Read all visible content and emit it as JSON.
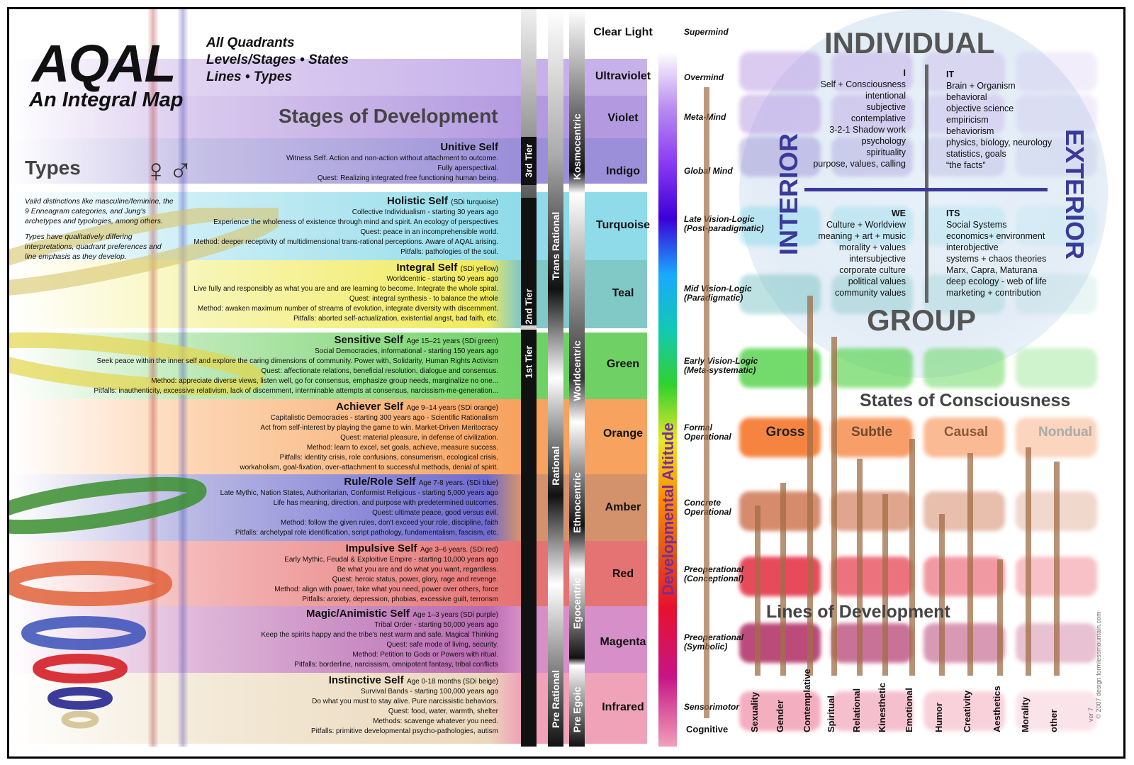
{
  "header": {
    "title": "AQAL",
    "subtitle": "An Integral Map",
    "components": [
      "All Quadrants",
      "Levels/Stages • States",
      "Lines • Types"
    ]
  },
  "types": {
    "heading": "Types",
    "symbols": "♀♂",
    "text1": "Valid distinctions like masculine/feminine, the 9 Enneagram categories, and Jung's archetypes and typologies, among others.",
    "text2": "Types have qualitatively differing interpretations, quadrant preferences and line emphasis as they develop."
  },
  "stages_heading": "Stages of Development",
  "stages": [
    {
      "name": "Unitive Self",
      "note": "",
      "lines": [
        "Witness Self. Action and non-action without attachment to outcome.",
        "Fully aperspectival.",
        "Quest: Realizing integrated free functioning human being."
      ]
    },
    {
      "name": "Holistic Self",
      "note": "(SDi turquoise)",
      "lines": [
        "Collective Individualism - starting 30 years ago",
        "Experience the wholeness of existence through mind and spirit. An ecology of perspectives",
        "Quest: peace in an incomprehensible world.",
        "Method: deeper receptivity of multidimensional trans-rational perceptions. Aware of AQAL arising.",
        "Pitfalls: pathologies of the soul."
      ]
    },
    {
      "name": "Integral Self",
      "note": "(SDi yellow)",
      "lines": [
        "Worldcentric - starting 50 years ago",
        "Live fully and responsibly as what you are and are learning to become. Integrate the whole spiral.",
        "Quest: integral synthesis - to balance the whole",
        "Method: awaken maximum number of streams of evolution, integrate diversity with discernment.",
        "Pitfalls: aborted self-actualization, existential angst, bad faith, etc."
      ]
    },
    {
      "name": "Sensitive Self",
      "note": "Age 15–21 years (SDi green)",
      "lines": [
        "Social Democracies, informational - starting 150 years ago",
        "Seek peace within the inner self and explore the caring dimensions of community. Power with, Solidarity, Human Rights Activism",
        "Quest: affectionate relations, beneficial resolution, dialogue and consensus.",
        "Method: appreciate diverse views, listen well, go for consensus, emphasize group needs, marginalize no one...",
        "Pitfalls: inauthenticity, excessive relativism, lack of discernment, interminable attempts at consensus, narcissism-me-generation..."
      ]
    },
    {
      "name": "Achiever Self",
      "note": "Age 9–14 years (SDi orange)",
      "lines": [
        "Capitalistic Democracies - starting 300 years ago - Scientific Rationalism",
        "Act from self-interest by playing the game to win. Market-Driven Meritocracy",
        "Quest: material pleasure, in defense of civilization.",
        "Method: learn to excel, set goals, achieve, measure success.",
        "Pitfalls: identity crisis, role confusions, consumerism, ecological crisis,",
        "workaholism, goal-fixation, over-attachment to successful methods, denial of spirit."
      ]
    },
    {
      "name": "Rule/Role Self",
      "note": "Age 7-8 years. (SDi blue)",
      "lines": [
        "Late Mythic, Nation States, Authoritarian, Conformist Religious - starting 5,000 years ago",
        "Life has meaning, direction, and purpose with predetermined outcomes.",
        "Quest: ultimate peace, good versus evil.",
        "Method: follow the given rules, don't exceed your role, discipline, faith",
        "Pitfalls: archetypal role identification, script pathology, fundamentalism, fascism, etc."
      ]
    },
    {
      "name": "Impulsive Self",
      "note": "Age 3–6 years. (SDi red)",
      "lines": [
        "Early Mythic, Feudal & Exploitive Empire - starting 10,000 years ago",
        "Be what you are and do what you want, regardless.",
        "Quest: heroic status, power, glory, rage and revenge.",
        "Method: align with power, take what you need, power over others, force",
        "Pitfalls: anxiety, depression, phobias, excessive guilt, terrorism"
      ]
    },
    {
      "name": "Magic/Animistic Self",
      "note": "Age 1–3 years (SDi purple)",
      "lines": [
        "Tribal Order - starting 50,000 years ago",
        "Keep the spirits happy and the tribe's nest warm and safe. Magical Thinking",
        "Quest: safe mode of living, security.",
        "Method: Petition to Gods or Powers with ritual.",
        "Pitfalls: borderline, narcissism, omnipotent fantasy, tribal conflicts"
      ]
    },
    {
      "name": "Instinctive Self",
      "note": "Age 0-18 months (SDi beige)",
      "lines": [
        "Survival Bands - starting 100,000 years ago",
        "Do what you must to stay alive. Pure narcissistic behaviors.",
        "Quest: food, water, warmth, shelter",
        "Methods: scavenge whatever you need.",
        "Pitfalls: primitive developmental psycho-pathologies, autism"
      ]
    }
  ],
  "tiers": [
    "3rd Tier",
    "2nd Tier",
    "1st Tier"
  ],
  "rational_bands": [
    "Trans Rational",
    "Rational",
    "Pre Rational"
  ],
  "centric_bands": [
    "Kosmocentric",
    "Worldcentric",
    "Ethnocentric",
    "Egocentric",
    "Pre Egoic"
  ],
  "colors": [
    "Clear Light",
    "Ultraviolet",
    "Violet",
    "Indigo",
    "Turquoise",
    "Teal",
    "Green",
    "Orange",
    "Amber",
    "Red",
    "Magenta",
    "Infrared"
  ],
  "altitude_label": "Developmental Altitude",
  "cognitive_label": "Cognitive",
  "cognitive": [
    [
      "Supermind"
    ],
    [
      "Overmind"
    ],
    [
      "Meta-Mind"
    ],
    [
      "Global Mind"
    ],
    [
      "Late Vision-Logic",
      "(Post-paradigmatic)"
    ],
    [
      "Mid Vision-Logic",
      "(Paradigmatic)"
    ],
    [
      "Early Vision-Logic",
      "(Meta-systematic)"
    ],
    [
      "Formal",
      "Operational"
    ],
    [
      "Concrete",
      "Operational"
    ],
    [
      "Preoperational",
      "(Conceptional)"
    ],
    [
      "Preoperational",
      "(Symbolic)"
    ],
    [
      "Sensorimotor"
    ]
  ],
  "quadrants": {
    "individual": "INDIVIDUAL",
    "group": "GROUP",
    "interior": "INTERIOR",
    "exterior": "EXTERIOR",
    "I": {
      "head": "I",
      "lines": [
        "Self + Consciousness",
        "intentional",
        "subjective",
        "contemplative",
        "3-2-1 Shadow work",
        "psychology",
        "spirituality",
        "purpose, values, calling"
      ]
    },
    "IT": {
      "head": "IT",
      "lines": [
        "Brain + Organism",
        "behavioral",
        "objective science",
        "empiricism",
        "behaviorism",
        "physics, biology, neurology",
        "statistics,  goals",
        "“the facts”"
      ]
    },
    "WE": {
      "head": "WE",
      "lines": [
        "Culture + Worldview",
        "meaning + art + music",
        "morality + values",
        "intersubjective",
        "corporate culture",
        "political values",
        "community values"
      ]
    },
    "ITS": {
      "head": "ITS",
      "lines": [
        "Social Systems",
        "economics+ environment",
        "interobjective",
        "systems + chaos theories",
        "Marx, Capra, Maturana",
        "deep ecology - web of life",
        "marketing + contribution"
      ]
    }
  },
  "states": {
    "heading": "States of Consciousness",
    "items": [
      "Gross",
      "Subtle",
      "Causal",
      "Nondual"
    ]
  },
  "lines_heading": "Lines of Development",
  "lines": [
    "Sexuality",
    "Gender",
    "Contemplative",
    "Spiritual",
    "Relational",
    "Kinesthetic",
    "Emotional",
    "Humor",
    "Creativity",
    "Aesthetics",
    "Morality",
    "other"
  ],
  "credits": {
    "version": "ver 7",
    "copyright": "© 2007 design   formlessmountain.com"
  }
}
